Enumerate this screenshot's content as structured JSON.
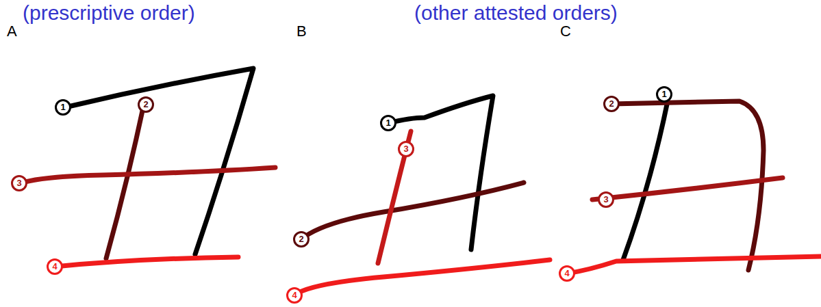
{
  "diagram": {
    "labels": [
      "(prescriptive order)",
      "(other attested orders)",
      "A",
      "B",
      "C",
      "1",
      "2",
      "3",
      "4",
      "1",
      "2",
      "3",
      "4",
      "1",
      "2",
      "3",
      "4"
    ]
  }
}
